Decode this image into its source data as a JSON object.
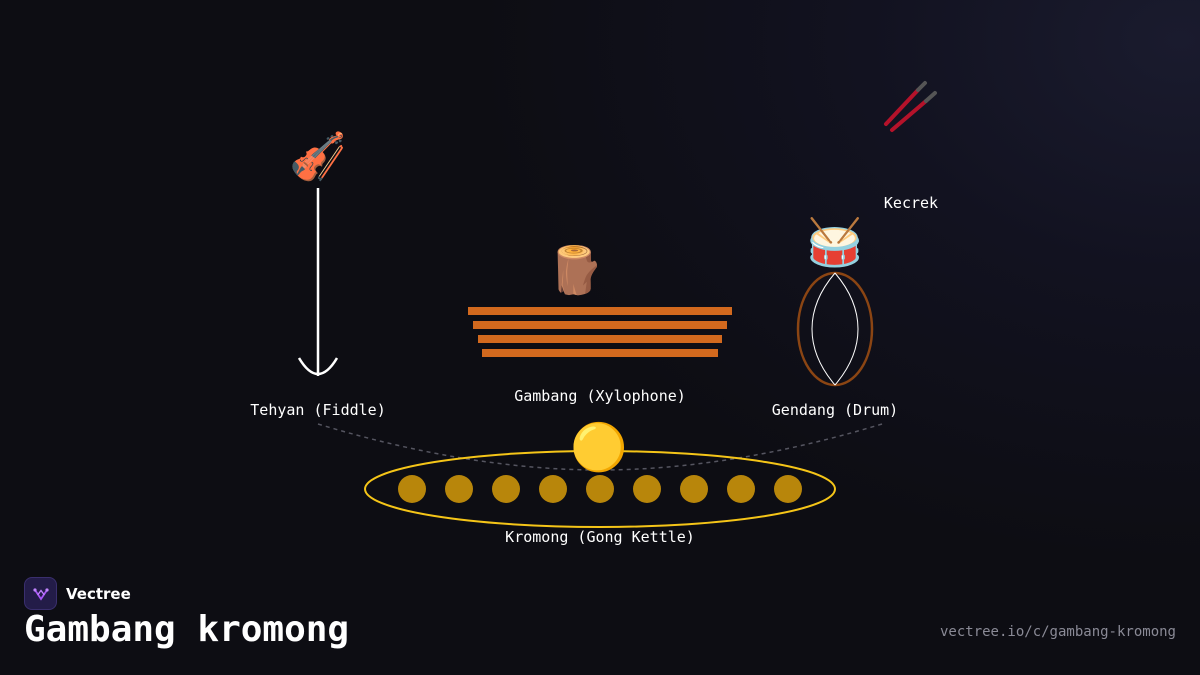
{
  "diagram": {
    "instruments": {
      "tehyan": {
        "label": "Tehyan (Fiddle)",
        "icon": "violin-icon",
        "glyph": "🎻"
      },
      "gambang": {
        "label": "Gambang (Xylophone)",
        "icon": "log-icon",
        "glyph": "🪵"
      },
      "gendang": {
        "label": "Gendang (Drum)",
        "icon": "drum-icon",
        "glyph": "🥁"
      },
      "kecrek": {
        "label": "Kecrek",
        "icon": "chopsticks-icon"
      },
      "kromong": {
        "label": "Kromong (Gong Kettle)",
        "icon": "gong-circle-icon",
        "glyph": "🟡",
        "kettle_count": 9
      }
    },
    "colors": {
      "xylophone_bar": "#d2691e",
      "drum_outline": "#8b4513",
      "kettle": "#b8860b",
      "kromong_frame": "#f5c518",
      "kecrek_stick": "#b5122a",
      "connector": "#555560"
    }
  },
  "brand": {
    "name": "Vectree",
    "icon": "vectree-logo-icon"
  },
  "title": "Gambang kromong",
  "url": "vectree.io/c/gambang-kromong"
}
